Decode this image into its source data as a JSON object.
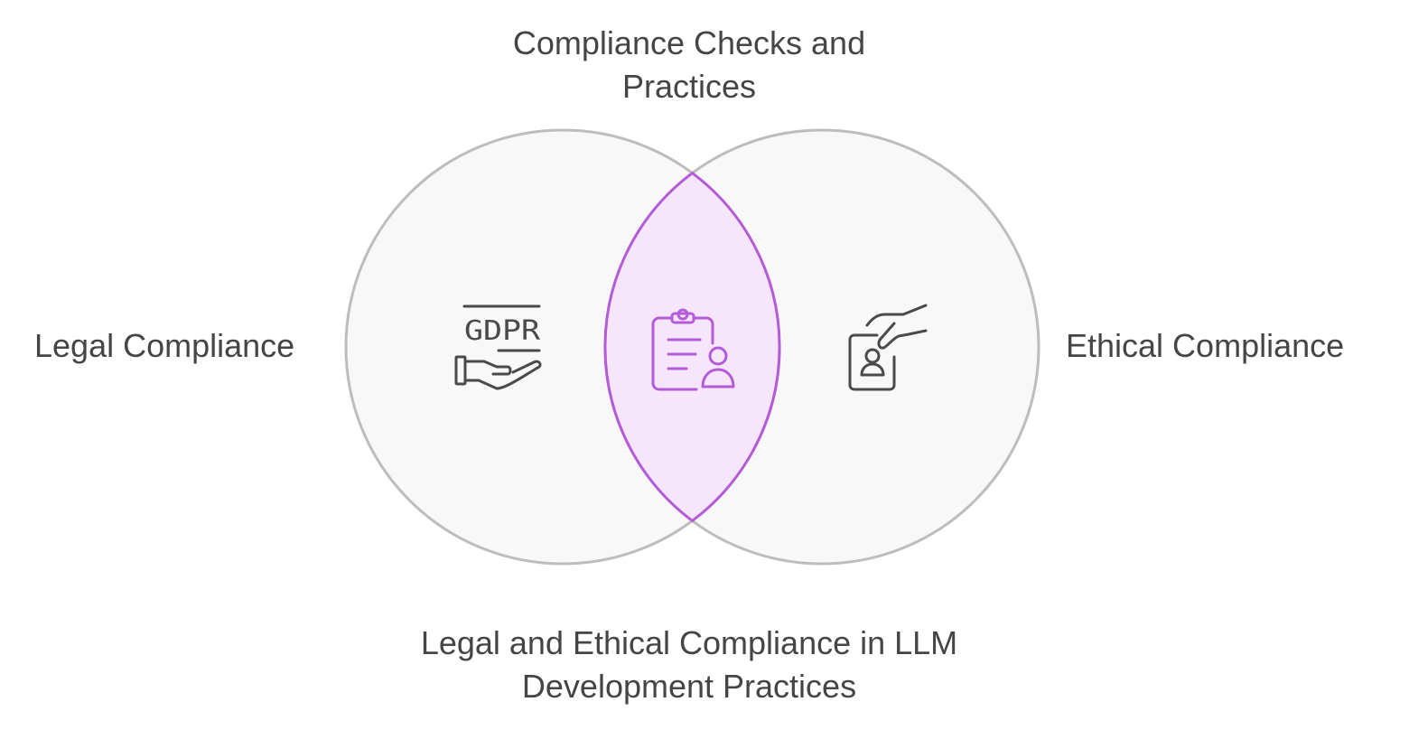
{
  "diagram": {
    "title_lines": [
      "Legal and Ethical Compliance in LLM",
      "Development Practices"
    ],
    "intersection_label_lines": [
      "Compliance Checks and",
      "Practices"
    ],
    "left_set": {
      "label": "Legal Compliance",
      "icon": "gdpr-hand-icon",
      "icon_text": "GDPR"
    },
    "right_set": {
      "label": "Ethical Compliance",
      "icon": "hand-holding-id-card-icon"
    },
    "intersection": {
      "icon": "clipboard-person-icon"
    },
    "colors": {
      "circle_fill": "#f8f8f8",
      "circle_stroke": "#bdbdbd",
      "intersection_fill": "#f6e6fb",
      "intersection_stroke": "#b45bd8",
      "icon_dark": "#4a4a4a",
      "icon_accent": "#b45bd8",
      "text": "#454545"
    }
  }
}
